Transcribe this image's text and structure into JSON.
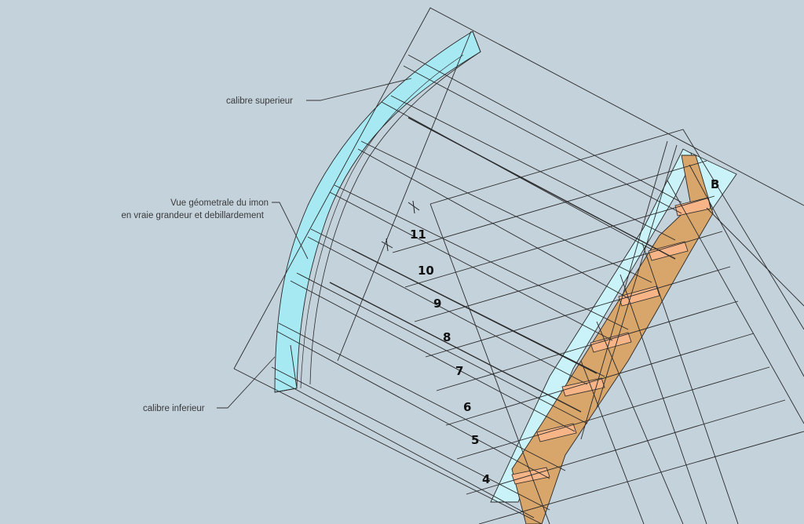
{
  "annotations": {
    "calibre_superieur": "calibre superieur",
    "vue_line1": "Vue géometrale du imon",
    "vue_line2": "en vraie grandeur et debillardement",
    "calibre_inferieur": "calibre inferieur"
  },
  "point_label": "B",
  "step_numbers": [
    "11",
    "10",
    "9",
    "8",
    "7",
    "6",
    "5",
    "4"
  ],
  "colors": {
    "background": "#c4d2dc",
    "cyan_fill": "#a6e9f3",
    "wood_fill": "#d8a56b",
    "peach_fill": "#f7b487",
    "line": "#2a2a2a"
  }
}
